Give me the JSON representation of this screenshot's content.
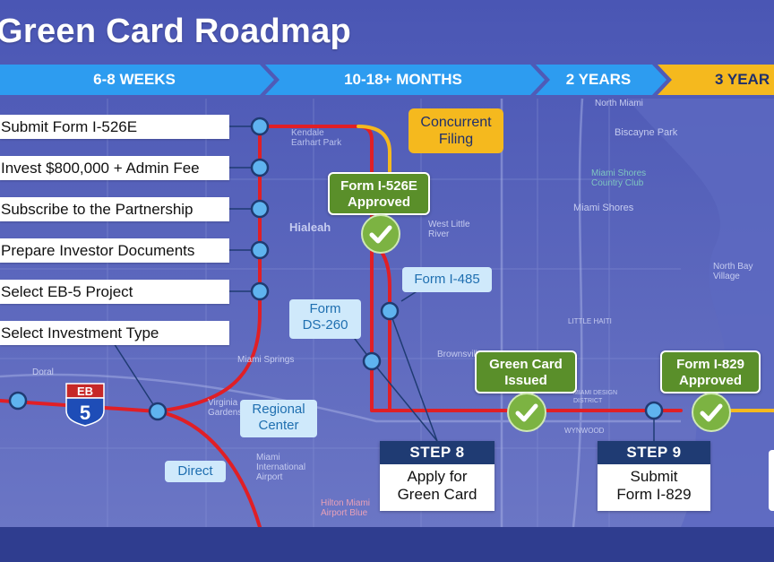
{
  "title": "Green Card Roadmap",
  "phases": [
    {
      "label": "6-8 WEEKS"
    },
    {
      "label": "10-18+ MONTHS"
    },
    {
      "label": "2 YEARS"
    },
    {
      "label": "3 YEAR"
    }
  ],
  "steps_list": [
    {
      "label": "Submit Form I-526E"
    },
    {
      "label": "Invest $800,000 + Admin Fee"
    },
    {
      "label": "Subscribe to the Partnership"
    },
    {
      "label": "Prepare Investor Documents"
    },
    {
      "label": "Select EB-5 Project"
    },
    {
      "label": "Select Investment Type"
    }
  ],
  "callouts": {
    "form_i485": "Form I-485",
    "form_ds260_line1": "Form",
    "form_ds260_line2": "DS-260",
    "regional_line1": "Regional",
    "regional_line2": "Center",
    "direct": "Direct",
    "concurrent_line1": "Concurrent",
    "concurrent_line2": "Filing"
  },
  "milestones": {
    "i526e_line1": "Form I-526E",
    "i526e_line2": "Approved",
    "gc_line1": "Green Card",
    "gc_line2": "Issued",
    "i829_line1": "Form I-829",
    "i829_line2": "Approved"
  },
  "step8": {
    "header": "STEP 8",
    "line1": "Apply for",
    "line2": "Green Card"
  },
  "step9": {
    "header": "STEP 9",
    "line1": "Submit",
    "line2": "Form I-829"
  },
  "shield": {
    "top": "EB",
    "bottom": "5"
  },
  "map_labels": {
    "kendale": "Kendale Earhart Park",
    "hialeah": "Hialeah",
    "west_little_river": "West Little River",
    "north_miami": "North Miami",
    "biscayne_park": "Biscayne Park",
    "miami_shores_club": "Miami Shores Country Club",
    "miami_shores": "Miami Shores",
    "north_bay_village": "North Bay Village",
    "little_haiti": "LITTLE HAITI",
    "brownsville": "Brownsville",
    "miami_springs": "Miami Springs",
    "doral": "Doral",
    "miami_airport": "Miami International Airport",
    "virginia_gardens": "Virginia Gardens",
    "hilton": "Hilton Miami Airport Blue",
    "wynwood": "WYNWOOD",
    "design_district": "MIAMI DESIGN DISTRICT"
  },
  "colors": {
    "phase_blue": "#2d9cf0",
    "phase_gold": "#f5b91e",
    "route_red": "#e01f26",
    "route_gold": "#f5b91e",
    "node_blue": "#5fb3ef",
    "milestone_green": "#5a8f2a",
    "step_header": "#1f3b73"
  }
}
